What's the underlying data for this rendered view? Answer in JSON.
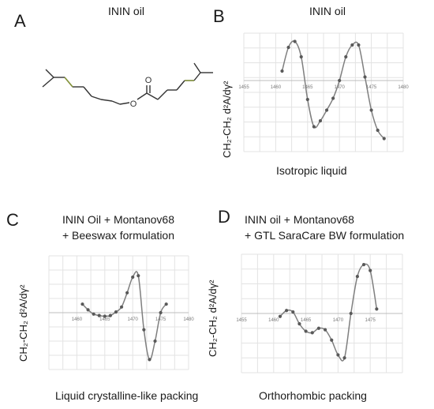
{
  "panels": {
    "a": {
      "letter": "A",
      "title": "ININ oil",
      "ester_o": "O",
      "carbonyl_o": "O"
    },
    "b": {
      "letter": "B",
      "title": "ININ oil",
      "ylabel": "CH₂-CH₂ d²A/dγ²",
      "caption": "Isotropic liquid"
    },
    "c": {
      "letter": "C",
      "title_line1": "ININ Oil + Montanov68",
      "title_line2": "+ Beeswax formulation",
      "ylabel": "CH₂-CH₂ d²A/dγ²",
      "caption": "Liquid crystalline-like  packing"
    },
    "d": {
      "letter": "D",
      "title_line1": "ININ oil + Montanov68",
      "title_line2": "+ GTL SaraCare BW formulation",
      "ylabel": "CH₂-CH₂ d²A/dγ²",
      "caption": "Orthorhombic packing"
    }
  },
  "chart_data": [
    {
      "id": "B",
      "type": "line",
      "title": "ININ oil",
      "ylabel": "CH2-CH2 d2A/dγ2",
      "xlim": [
        1455,
        1480
      ],
      "ylim": [
        -6,
        4
      ],
      "xticks": [
        1455,
        1460,
        1465,
        1470,
        1475,
        1480
      ],
      "x": [
        1461,
        1462,
        1463,
        1464,
        1465,
        1466,
        1467,
        1468,
        1469,
        1470,
        1471,
        1472,
        1473,
        1474,
        1475,
        1476,
        1477
      ],
      "y": [
        0.8,
        2.8,
        3.3,
        2.0,
        -1.6,
        -3.9,
        -3.4,
        -2.5,
        -1.5,
        0.0,
        2.0,
        3.0,
        3.0,
        0.3,
        -2.5,
        -4.2,
        -4.9
      ],
      "line_color": "#7f7f7f",
      "marker_color": "#595959",
      "grid": true
    },
    {
      "id": "C",
      "type": "line",
      "title": "ININ Oil + Montanov68 + Beeswax formulation",
      "ylabel": "CH2-CH2 d2A/dγ2",
      "xlim": [
        1455,
        1480
      ],
      "ylim": [
        -4,
        4
      ],
      "xticks": [
        1460,
        1465,
        1470,
        1475,
        1480
      ],
      "x": [
        1461,
        1462,
        1463,
        1464,
        1465,
        1466,
        1467,
        1468,
        1469,
        1470,
        1471,
        1472,
        1473,
        1474,
        1475,
        1476
      ],
      "y": [
        0.6,
        0.2,
        -0.1,
        -0.2,
        -0.25,
        -0.2,
        0.05,
        0.4,
        1.4,
        2.5,
        2.6,
        -1.2,
        -3.3,
        -2.0,
        0.0,
        0.6
      ],
      "line_color": "#7f7f7f",
      "marker_color": "#595959",
      "grid": true
    },
    {
      "id": "D",
      "type": "line",
      "title": "ININ oil + Montanov68 + GTL SaraCare BW formulation",
      "ylabel": "CH2-CH2 d2A/dγ2",
      "xlim": [
        1455,
        1480
      ],
      "ylim": [
        -4,
        4
      ],
      "xticks": [
        1455,
        1460,
        1465,
        1470,
        1475
      ],
      "x": [
        1461,
        1462,
        1463,
        1464,
        1465,
        1466,
        1467,
        1468,
        1469,
        1470,
        1471,
        1472,
        1473,
        1474,
        1475,
        1476
      ],
      "y": [
        -0.2,
        0.2,
        0.1,
        -0.7,
        -1.2,
        -1.3,
        -1.0,
        -1.1,
        -1.8,
        -2.8,
        -3.0,
        0.0,
        2.5,
        3.3,
        2.9,
        0.3
      ],
      "line_color": "#7f7f7f",
      "marker_color": "#595959",
      "grid": true
    }
  ]
}
